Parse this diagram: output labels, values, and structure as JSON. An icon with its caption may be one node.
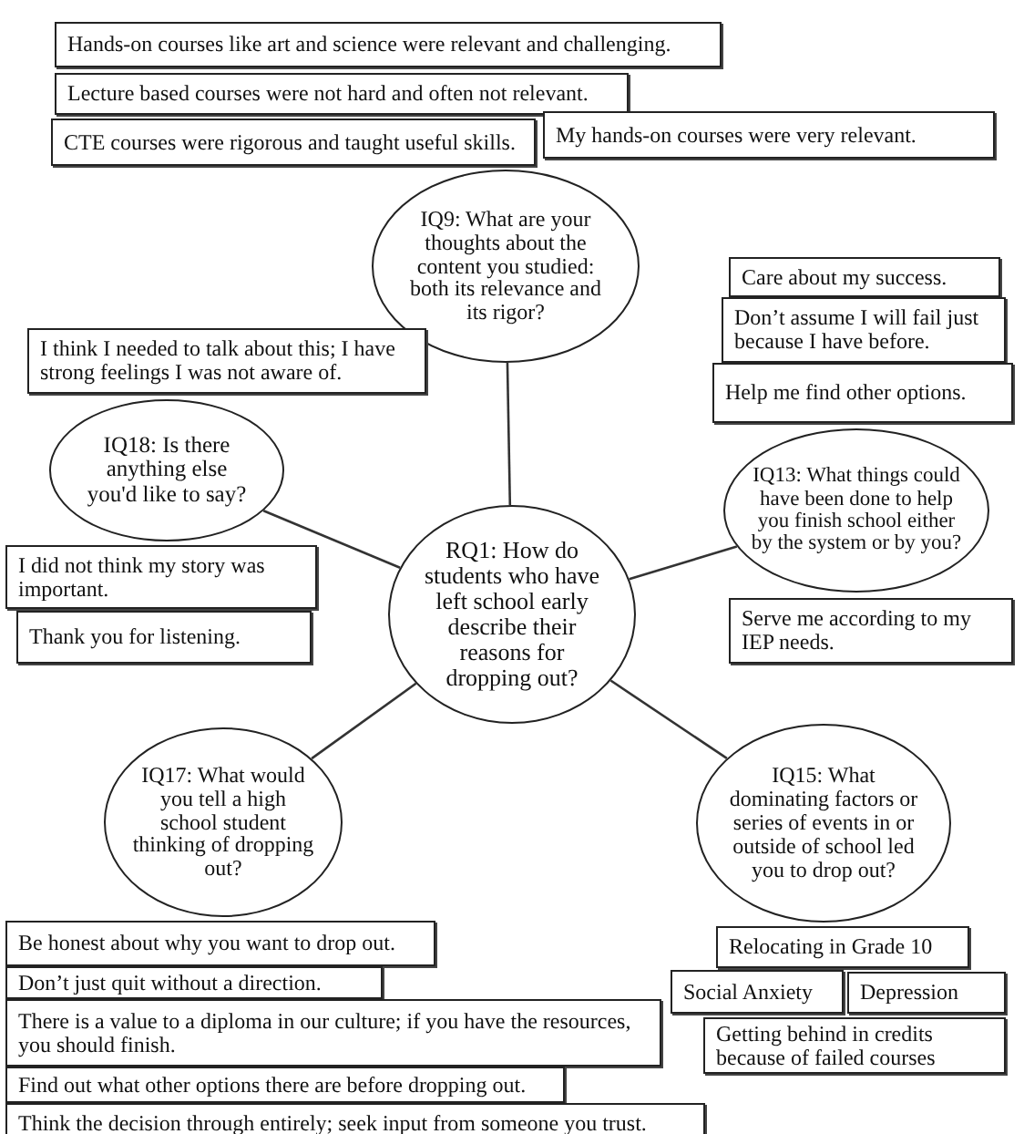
{
  "diagram": {
    "nodes": [
      {
        "text": [
          "RQ1: How do students who have left school early describe their reasons for dropping out?"
        ]
      },
      {
        "text": [
          "IQ9: What are your thoughts about the content you studied: both its relevance and its rigor?"
        ]
      },
      {
        "text": [
          "IQ13: What things could have been done to help you finish school either by the system or by you?"
        ]
      },
      {
        "text": [
          "IQ15: What dominating factors or series of events in or outside of school led you to drop out?"
        ]
      },
      {
        "text": [
          "IQ17: What would you tell a high school student thinking of dropping out?"
        ]
      },
      {
        "text": [
          "IQ18: Is there anything else you'd like to say?"
        ]
      },
      {
        "text": [
          "Hands-on courses like art and science were relevant and challenging."
        ]
      },
      {
        "text": [
          "Lecture based courses were not hard and often not relevant."
        ]
      },
      {
        "text": [
          "CTE courses were rigorous and taught useful skills."
        ]
      },
      {
        "text": [
          "My hands-on courses were very relevant."
        ]
      },
      {
        "text": [
          "Care about my success."
        ]
      },
      {
        "text": [
          "Don’t assume I will fail just because I have before."
        ]
      },
      {
        "text": [
          "Help me find other options."
        ]
      },
      {
        "text": [
          "I think I needed to talk about this; I have strong feelings I was not aware of."
        ]
      },
      {
        "text": [
          "I did not think my story was important."
        ]
      },
      {
        "text": [
          "Thank you for listening."
        ]
      },
      {
        "text": [
          "Serve me according to my IEP needs."
        ]
      },
      {
        "text": [
          "Relocating in Grade 10"
        ]
      },
      {
        "text": [
          "Social Anxiety"
        ]
      },
      {
        "text": [
          "Depression"
        ]
      },
      {
        "text": [
          "Getting behind in credits because of failed courses"
        ]
      },
      {
        "text": [
          "Be honest about why you want to drop out."
        ]
      },
      {
        "text": [
          "Don’t just quit without a direction."
        ]
      },
      {
        "text": [
          "There is a value to a diploma in our culture; if you have the resources, you should finish."
        ]
      },
      {
        "text": [
          "Find out what other options there are before dropping out."
        ]
      },
      {
        "text": [
          "Think the decision through entirely; seek input from someone you trust."
        ]
      }
    ],
    "edges": [
      {
        "from": 0,
        "to": 1,
        "arrow": "none"
      },
      {
        "from": 0,
        "to": 2,
        "arrow": "none"
      },
      {
        "from": 0,
        "to": 3,
        "arrow": "none"
      },
      {
        "from": 0,
        "to": 4,
        "arrow": "none"
      },
      {
        "from": 0,
        "to": 5,
        "arrow": "none"
      }
    ]
  }
}
